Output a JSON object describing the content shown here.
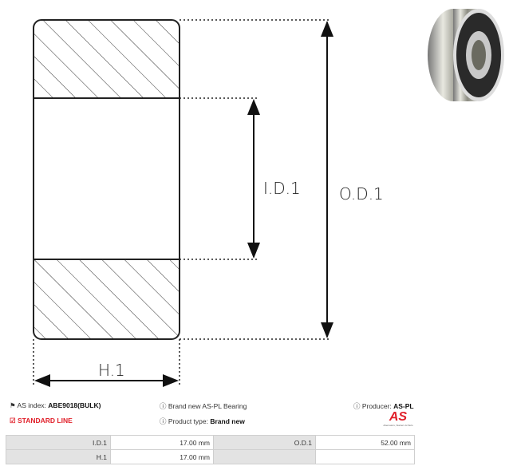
{
  "diagram": {
    "labels": {
      "inner_diameter": "I.D.1",
      "outer_diameter": "O.D.1",
      "height": "H.1"
    }
  },
  "info": {
    "as_index_label": "AS index:",
    "as_index_value": "ABE9018(BULK)",
    "line": "STANDARD LINE",
    "description": "Brand new AS-PL Bearing",
    "product_type_label": "Product type:",
    "product_type_value": "Brand new",
    "producer_label": "Producer:",
    "producer_value": "AS-PL",
    "logo_text": "AS",
    "logo_tagline": "Alternators, Starters & Parts"
  },
  "specs": [
    {
      "k1": "I.D.1",
      "v1": "17.00 mm",
      "k2": "O.D.1",
      "v2": "52.00 mm"
    },
    {
      "k1": "H.1",
      "v1": "17.00 mm",
      "k2": "",
      "v2": ""
    }
  ],
  "colors": {
    "accent": "#e0202a"
  }
}
